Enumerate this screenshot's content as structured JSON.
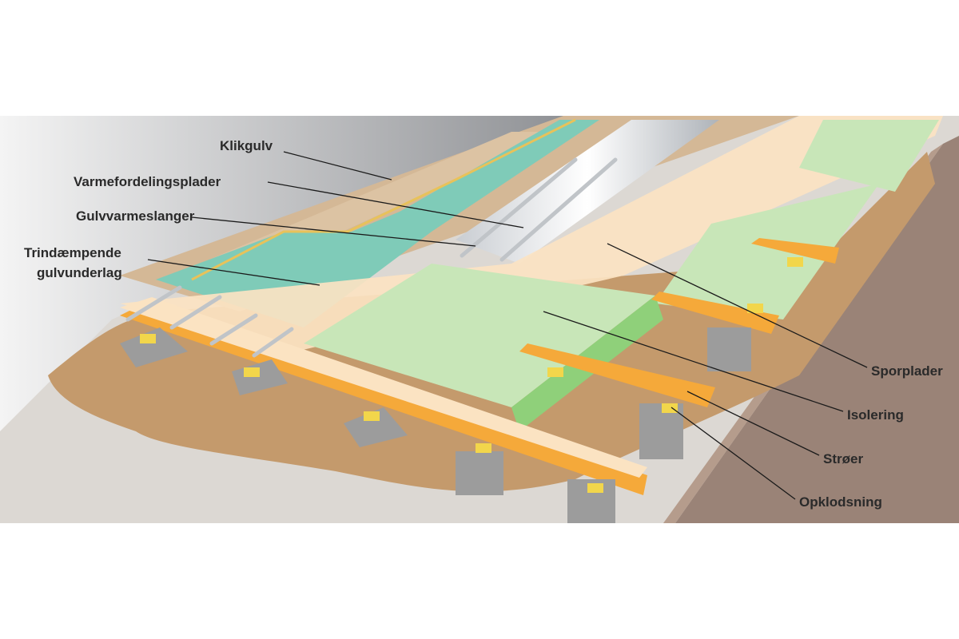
{
  "diagram": {
    "labels": {
      "klikgulv": "Klikgulv",
      "varmefordelingsplader": "Varmefordelingsplader",
      "gulvvarmeslanger": "Gulvvarmeslanger",
      "trindaempende_1": "Trindæmpende",
      "trindaempende_2": "gulvunderlag",
      "sporplader": "Sporplader",
      "isolering": "Isolering",
      "stroeer": "Strøer",
      "opklodsning": "Opklodsning"
    },
    "colors": {
      "click_floor": "#d4b896",
      "underlay": "#7fcbb8",
      "insulation": "#c8e6b8",
      "joist": "#f5a93a",
      "track_plate": "#fbe3c2",
      "soil": "#c49a6c",
      "earth_wall": "#9a8377",
      "concrete": "#9c9c9c"
    }
  }
}
